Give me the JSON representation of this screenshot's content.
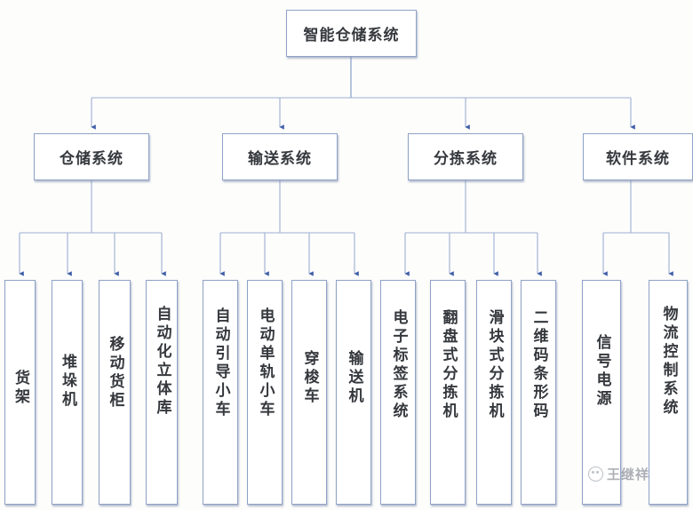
{
  "diagram": {
    "title": "智能仓储系统",
    "type": "organization-tree",
    "line_color": "#8fa2c6",
    "border_color": "#8fa2c6",
    "box_fill": "#ffffff",
    "background": "#fdfdfc",
    "text_color": "#35383d",
    "root": {
      "label": "智能仓储系统"
    },
    "branches": [
      {
        "label": "仓储系统",
        "children": [
          {
            "label": "货架"
          },
          {
            "label": "堆垛机"
          },
          {
            "label": "移动货柜"
          },
          {
            "label": "自动化立体库"
          }
        ]
      },
      {
        "label": "输送系统",
        "children": [
          {
            "label": "自动引导小车"
          },
          {
            "label": "电动单轨小车"
          },
          {
            "label": "穿梭车"
          },
          {
            "label": "输送机"
          }
        ]
      },
      {
        "label": "分拣系统",
        "children": [
          {
            "label": "电子标签系统"
          },
          {
            "label": "翻盘式分拣机"
          },
          {
            "label": "滑块式分拣机"
          },
          {
            "label": "二维码条形码"
          }
        ]
      },
      {
        "label": "软件系统",
        "children": [
          {
            "label": "信号电源"
          },
          {
            "label": "物流控制系统"
          }
        ]
      }
    ]
  },
  "watermark": {
    "text": "王继祥",
    "logo": "wechat-logo-icon"
  }
}
